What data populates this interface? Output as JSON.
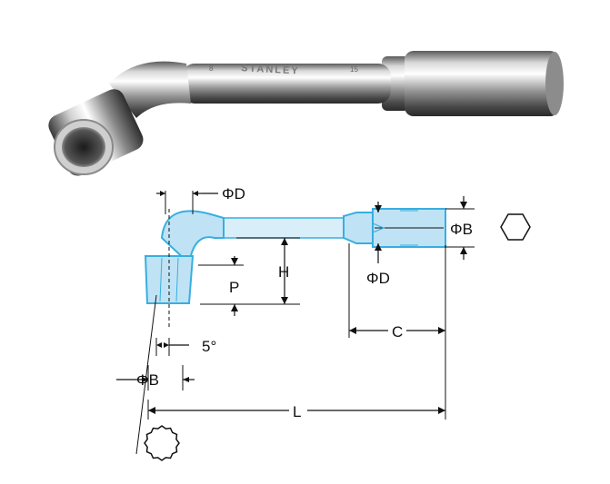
{
  "photo": {
    "brand_text": "STANLEY",
    "size_left": "8",
    "size_right": "15"
  },
  "labels": {
    "phi_d_top": "ΦD",
    "phi_b_right": "ΦB",
    "phi_d_bottom": "ΦD",
    "h": "H",
    "p": "P",
    "c": "C",
    "angle": "5°",
    "phi_b_left": "ΦB",
    "l": "L"
  },
  "icons": {
    "hexagon": "hexagon-icon",
    "twelve_point": "twelve-point-icon"
  },
  "colors": {
    "outline": "#38aee0",
    "fill": "#bfe3f5",
    "metal_light": "#f2f2f2",
    "metal_dark": "#6a6a6a"
  }
}
